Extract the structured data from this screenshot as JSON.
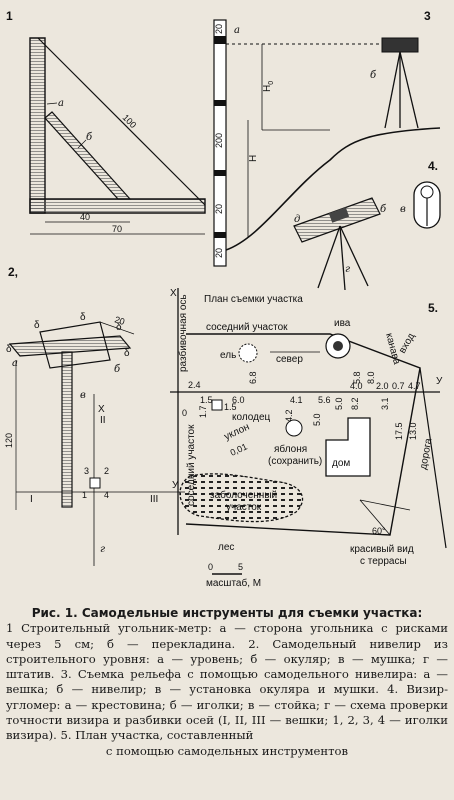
{
  "panels": {
    "p1": {
      "number": "1",
      "label_a": "а",
      "label_b": "б",
      "dim_100": "100",
      "dim_40": "40",
      "dim_70": "70"
    },
    "p2": {
      "number": "2,",
      "delta": "δ",
      "dim_20": "20",
      "dim_120": "120",
      "label_a": "а",
      "label_b": "б",
      "label_v": "в",
      "label_g": "г",
      "mark_I": "I",
      "mark_II": "II",
      "mark_III": "III",
      "pt_1": "1",
      "pt_2": "2",
      "pt_3": "3",
      "pt_4": "4",
      "axis_x": "X",
      "axis_y": "У"
    },
    "p3": {
      "number": "3",
      "label_a": "а",
      "label_b": "б",
      "h0": "H",
      "h0_sub": "0",
      "h": "H",
      "scale": [
        "20",
        "200",
        "20",
        "20"
      ]
    },
    "p4": {
      "number": "4.",
      "label_v": "в",
      "label_d": "д",
      "label_b": "б",
      "label_g": "г"
    },
    "p5": {
      "number": "5.",
      "title": "План съемки участка",
      "axis_x": "X",
      "axis_y": "У",
      "axis_label": "разбивочная ось",
      "neighbor_top": "соседний участок",
      "neighbor_left": "соседний участок",
      "spruce": "ель",
      "north": "север",
      "willow": "ива",
      "ditch": "канава",
      "entrance": "вход",
      "well": "колодец",
      "slope": "уклон",
      "slope_val": "0,01",
      "apple": "яблоня",
      "apple_note": "(сохранить)",
      "house": "дом",
      "swamp1": "заболоченный",
      "swamp2": "участок",
      "forest": "лес",
      "road": "дорога",
      "view1": "красивый вид",
      "view2": "с террасы",
      "angle": "60°",
      "scale_label": "масштаб, М",
      "scale_0": "0",
      "scale_5": "5",
      "dims_row": [
        "1.5",
        "6.0",
        "4.1",
        "5.6",
        "4.0",
        "2.0",
        "0.7",
        "4.7"
      ],
      "d_24": "2.4",
      "d_15": "1.5",
      "d_17": "1.7",
      "d_68": "6.8",
      "d_50": "5.0",
      "d_42": "4.2",
      "d_82": "8.2",
      "d_58": "5.8",
      "d_80": "8.0",
      "d_175": "17.5",
      "d_130": "13.0",
      "d_31": "3.1",
      "d_0": "0"
    }
  },
  "caption": {
    "title": "Рис. 1. Самодельные инструменты для съемки участка:",
    "body": "1 Строительный угольник-метр: а — сторона угольника с рисками через 5 см; б — перекладина. 2. Самодельный нивелир из строительного уровня: а — уровень; б — окуляр; в — мушка; г — штатив. 3. Съемка рельефа с помощью самодельного нивелира: а — вешка; б — нивелир; в — установка окуляра и мушки. 4. Визир-угломер: а — крестовина; б — иголки; в — стойка; г — схема проверки точности визира и разбивки осей (I, II, III — вешки; 1, 2, 3, 4 — иголки визира). 5. План участка, составленный",
    "last": "с помощью самодельных инструментов"
  }
}
